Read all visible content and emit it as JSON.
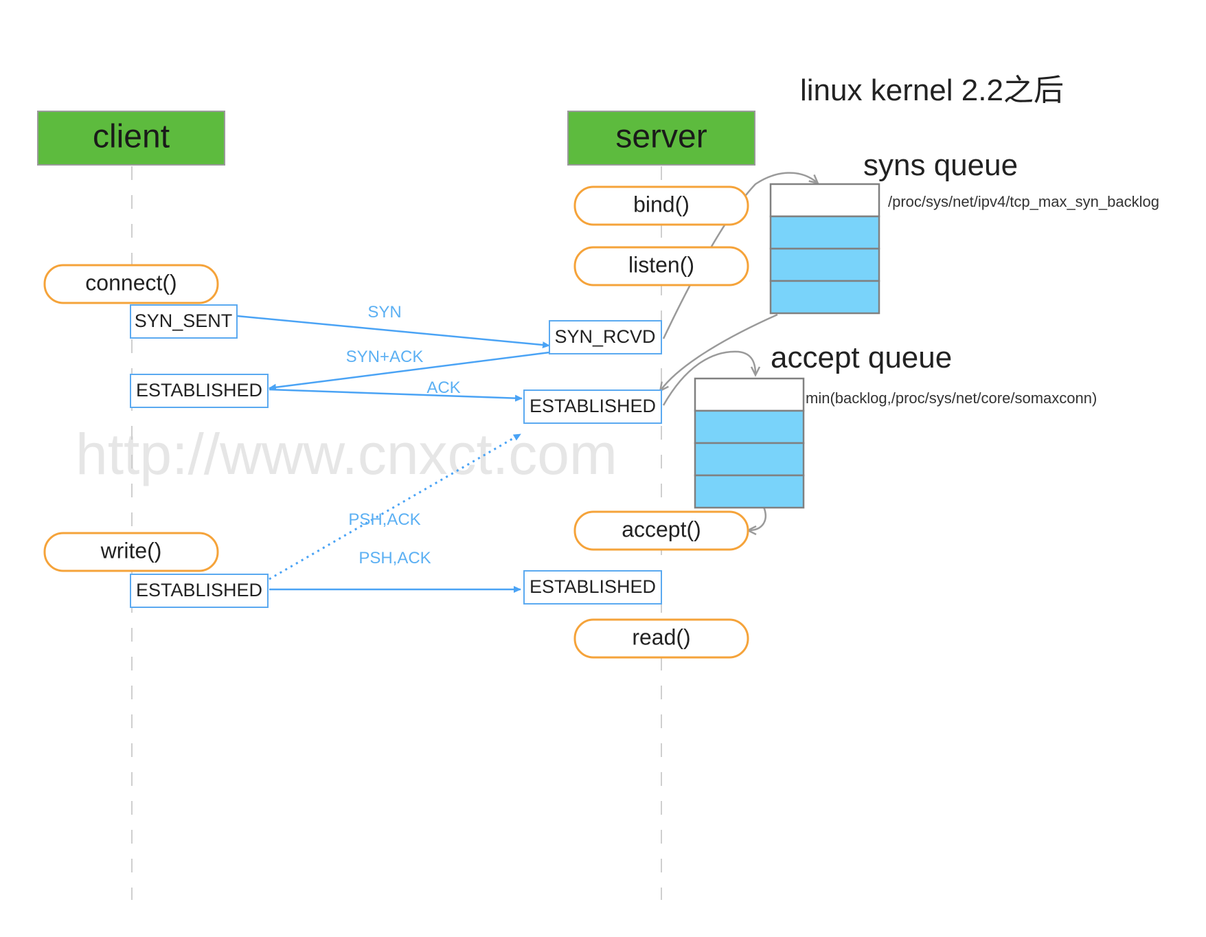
{
  "kernel_note": "linux  kernel 2.2之后",
  "watermark": "http://www.cnxct.com",
  "client": {
    "header": "client",
    "connect": "connect()",
    "syn_sent": "SYN_SENT",
    "established_1": "ESTABLISHED",
    "write": "write()",
    "established_2": "ESTABLISHED"
  },
  "server": {
    "header": "server",
    "bind": "bind()",
    "listen": "listen()",
    "syn_rcvd": "SYN_RCVD",
    "established_1": "ESTABLISHED",
    "accept": "accept()",
    "established_2": "ESTABLISHED",
    "read": "read()"
  },
  "messages": {
    "syn": "SYN",
    "syn_ack": "SYN+ACK",
    "ack": "ACK",
    "psh_ack_dotted": "PSH,ACK",
    "psh_ack": "PSH,ACK"
  },
  "syns_queue": {
    "title": "syns queue",
    "note": "/proc/sys/net/ipv4/tcp_max_syn_backlog"
  },
  "accept_queue": {
    "title": "accept queue",
    "note": "min(backlog,/proc/sys/net/core/somaxconn)"
  },
  "colors": {
    "header_green": "#5dbb3e",
    "function_orange": "#f5a33a",
    "state_blue": "#5aa9f0",
    "queue_fill": "#79d3fa"
  }
}
